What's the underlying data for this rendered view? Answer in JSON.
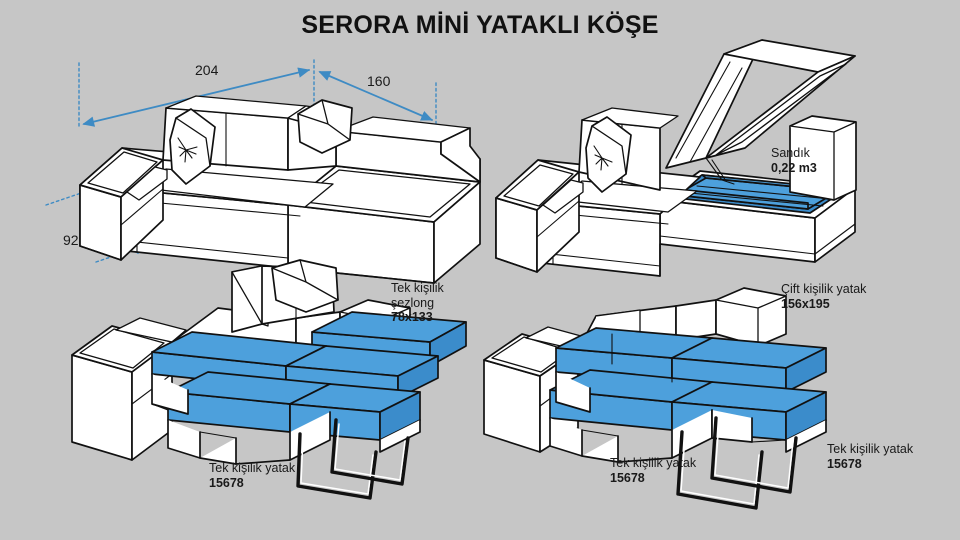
{
  "title": "SERORA MİNİ YATAKLI KÖŞE",
  "colors": {
    "background": "#c6c6c6",
    "mattress_blue": "#4da0dc",
    "mattress_blue_dark": "#3b8ccb",
    "dimension_blue": "#3e8bc4",
    "outline": "#111111",
    "panel_white": "#ffffff",
    "text": "#1a1a1a"
  },
  "dimensions": {
    "width_label": "204",
    "chaise_label": "160",
    "depth_label": "92"
  },
  "views": {
    "top_left": {
      "name": "closed-sofa-view",
      "caption": ""
    },
    "top_right": {
      "name": "storage-open-view",
      "storage_label_line1": "Sandık",
      "storage_label_line2": "0,22 m3"
    },
    "bottom_left": {
      "name": "single-bed-view",
      "chaise_label_line1": "Tek kişilik",
      "chaise_label_line2": "şezlong",
      "chaise_label_line3": "78x133",
      "bed_label_line1": "Tek kişilik yatak",
      "bed_label_line2": "15678"
    },
    "bottom_right": {
      "name": "double-bed-view",
      "double_label_line1": "Çift kişilik yatak",
      "double_label_line2": "156x195",
      "bed_left_label_line1": "Tek kişilik yatak",
      "bed_left_label_line2": "15678",
      "bed_right_label_line1": "Tek kişilik yatak",
      "bed_right_label_line2": "15678"
    }
  }
}
